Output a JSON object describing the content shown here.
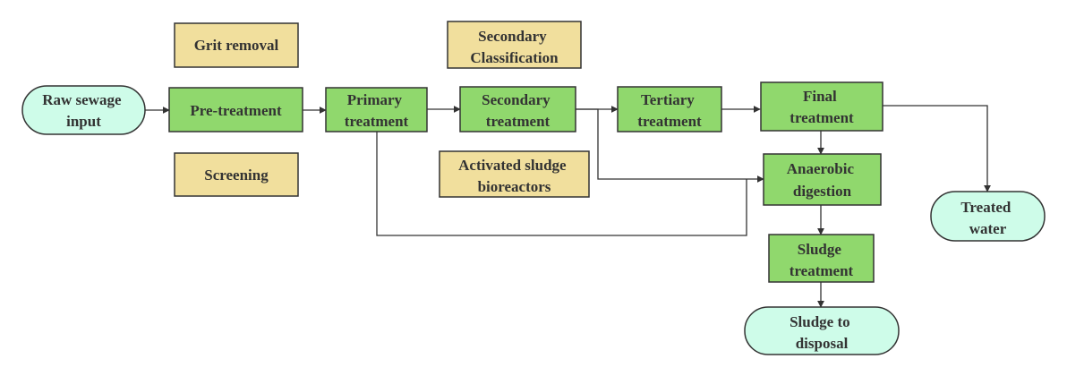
{
  "colors": {
    "process_fill": "#90d86d",
    "annotation_fill": "#f1df9d",
    "terminal_fill": "#cefce9",
    "stroke": "#333333",
    "text": "#333333"
  },
  "nodes": {
    "raw_sewage_input": [
      "Raw sewage",
      "input"
    ],
    "pre_treatment": [
      "Pre-treatment"
    ],
    "grit_removal": [
      "Grit removal"
    ],
    "screening": [
      "Screening"
    ],
    "primary_treatment": [
      "Primary",
      "treatment"
    ],
    "secondary_treatment": [
      "Secondary",
      "treatment"
    ],
    "secondary_classification": [
      "Secondary",
      "Classification"
    ],
    "activated_sludge_bioreactors": [
      "Activated sludge",
      "bioreactors"
    ],
    "tertiary_treatment": [
      "Tertiary",
      "treatment"
    ],
    "final_treatment": [
      "Final",
      "treatment"
    ],
    "anaerobic_digestion": [
      "Anaerobic",
      "digestion"
    ],
    "sludge_treatment": [
      "Sludge",
      "treatment"
    ],
    "sludge_to_disposal": [
      "Sludge to",
      "disposal"
    ],
    "treated_water": [
      "Treated",
      "water"
    ]
  }
}
